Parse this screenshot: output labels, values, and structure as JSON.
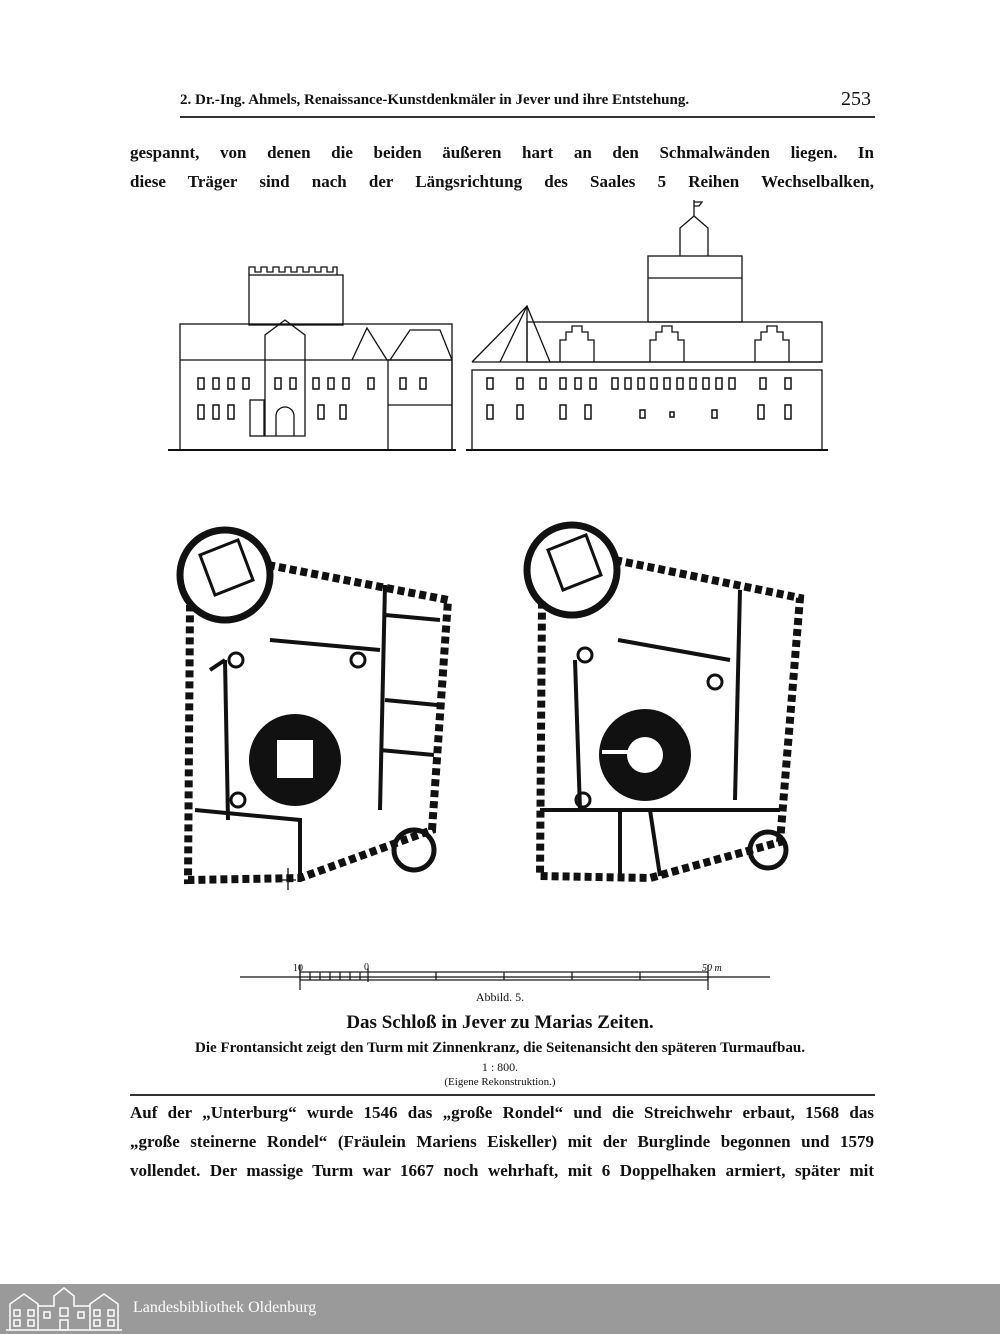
{
  "header": {
    "running_title": "2. Dr.-Ing. Ahmels, Renaissance-Kunstdenkmäler in Jever und ihre Entstehung.",
    "page_number": "253"
  },
  "top_text": [
    "gespannt, von denen die beiden äußeren hart an den Schmalwänden liegen. In",
    "diese Träger sind nach der Längsrichtung des Saales 5 Reihen Wechselbalken,"
  ],
  "figure": {
    "scale_bar_labels": [
      "10",
      "0",
      "50 m"
    ],
    "label": "Abbild. 5.",
    "title": "Das Schloß in Jever zu Marias Zeiten.",
    "subtitle": "Die Frontansicht zeigt den Turm mit Zinnenkranz, die Seitenansicht den späteren Turmaufbau.",
    "scale": "1 : 800.",
    "note": "(Eigene Rekonstruktion.)"
  },
  "bottom_text": [
    "Auf der „Unterburg“ wurde 1546 das „große Rondel“ und die Streichwehr erbaut, 1568 das",
    "„große steinerne Rondel“ (Fräulein Mariens Eiskeller) mit der Burglinde begonnen und 1579",
    "vollendet. Der massige Turm war 1667 noch wehrhaft, mit 6 Doppelhaken armiert, später mit"
  ],
  "footer": {
    "library_name": "Landesbibliothek Oldenburg"
  }
}
